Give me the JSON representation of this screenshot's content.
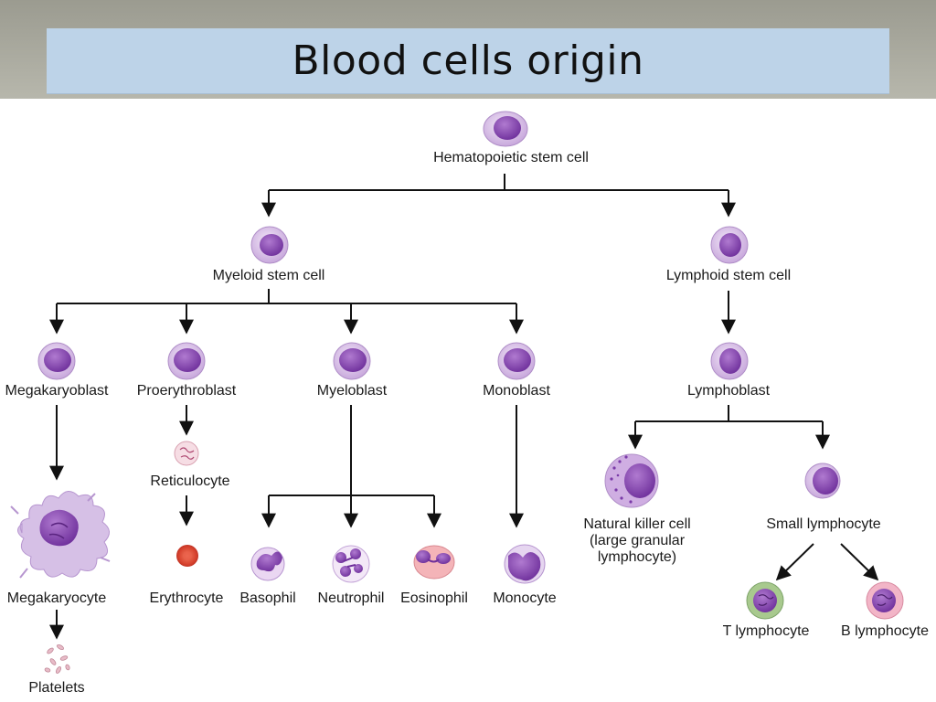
{
  "title": "Blood cells origin",
  "labels": {
    "hsc": "Hematopoietic stem cell",
    "myeloid": "Myeloid stem cell",
    "lymphoid": "Lymphoid stem cell",
    "megakaryoblast": "Megakaryoblast",
    "proerythroblast": "Proerythroblast",
    "myeloblast": "Myeloblast",
    "monoblast": "Monoblast",
    "lymphoblast": "Lymphoblast",
    "reticulocyte": "Reticulocyte",
    "megakaryocyte": "Megakaryocyte",
    "erythrocyte": "Erythrocyte",
    "basophil": "Basophil",
    "neutrophil": "Neutrophil",
    "eosinophil": "Eosinophil",
    "monocyte": "Monocyte",
    "platelets": "Platelets",
    "nk_line1": "Natural killer cell",
    "nk_line2": "(large granular",
    "nk_line3": "lymphocyte)",
    "small_lymph": "Small lymphocyte",
    "t_lymph": "T lymphocyte",
    "b_lymph": "B lymphocyte"
  },
  "colors": {
    "cell_fill": "#e6d6f0",
    "nucleus": "#8a4bb5",
    "erythrocyte": "#d8432f",
    "eosinophil": "#f0a3a8",
    "t_cell": "#a8c98e",
    "b_cell": "#f2b5c7"
  }
}
